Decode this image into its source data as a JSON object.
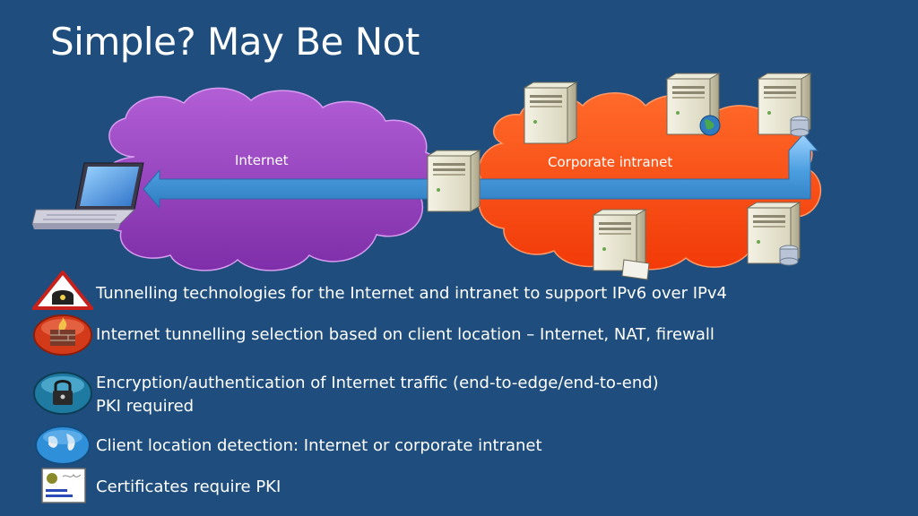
{
  "slide": {
    "title": "Simple?  May Be Not"
  },
  "diagram": {
    "internet_label": "Internet",
    "intranet_label": "Corporate intranet"
  },
  "bullets": [
    {
      "text": "Tunnelling technologies for the Internet and intranet to support IPv6 over IPv4",
      "icon": "tunnel-warning-icon"
    },
    {
      "text": "Internet tunnelling selection based on client location – Internet, NAT, firewall",
      "icon": "firewall-icon"
    },
    {
      "text": "Encryption/authentication of Internet traffic (end-to-edge/end-to-end)",
      "text2": "PKI required",
      "icon": "lock-icon"
    },
    {
      "text": "Client location detection: Internet or corporate intranet",
      "icon": "globe-icon"
    },
    {
      "text": "Certificates require PKI",
      "icon": "certificate-icon"
    }
  ],
  "colors": {
    "background": "#1f4e7e",
    "internet_cloud": "#9b44c4",
    "intranet_cloud": "#ff4a12",
    "arrow": "#5aaae8"
  }
}
